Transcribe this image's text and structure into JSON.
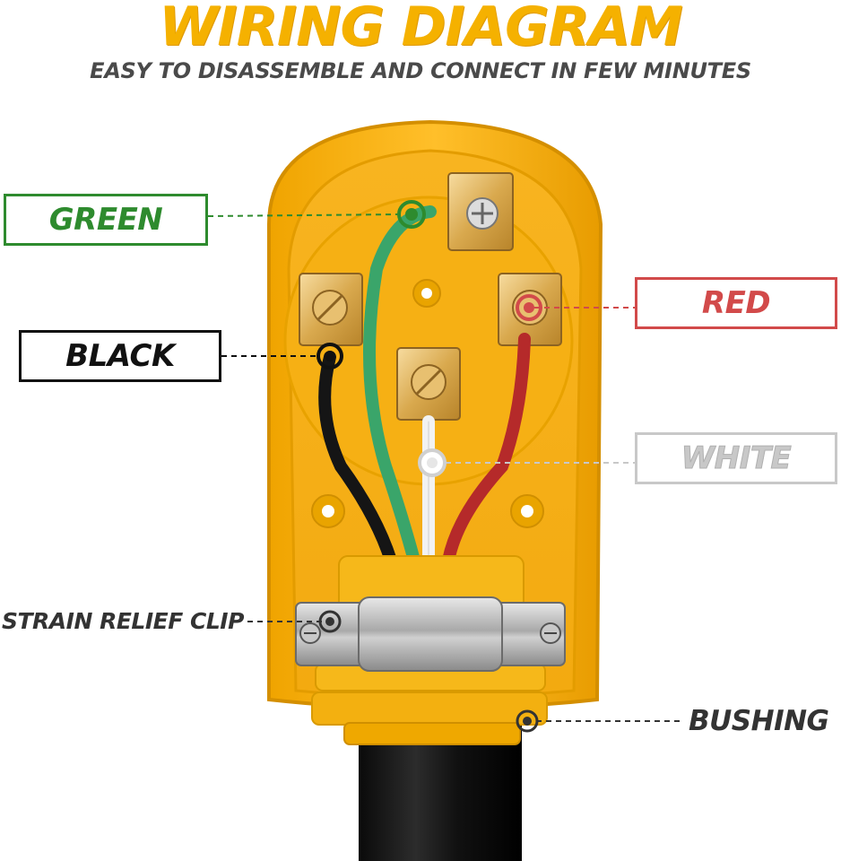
{
  "header": {
    "title": "WIRING DIAGRAM",
    "subtitle": "EASY TO DISASSEMBLE AND CONNECT IN FEW MINUTES"
  },
  "labels": {
    "green": "GREEN",
    "black": "BLACK",
    "red": "RED",
    "white": "WHITE",
    "strain_relief_clip": "STRAIN RELIEF CLIP",
    "bushing": "BUSHING"
  },
  "colors": {
    "brand_yellow": "#f5b100",
    "plug_body": "#f7b41a",
    "wire_green": "#3aa56a",
    "wire_black": "#151515",
    "wire_red": "#b52a2a",
    "wire_white": "#f2f2f2",
    "label_green": "#2e8b2e",
    "label_red": "#d24a4a",
    "label_white": "#c8c8c8"
  }
}
